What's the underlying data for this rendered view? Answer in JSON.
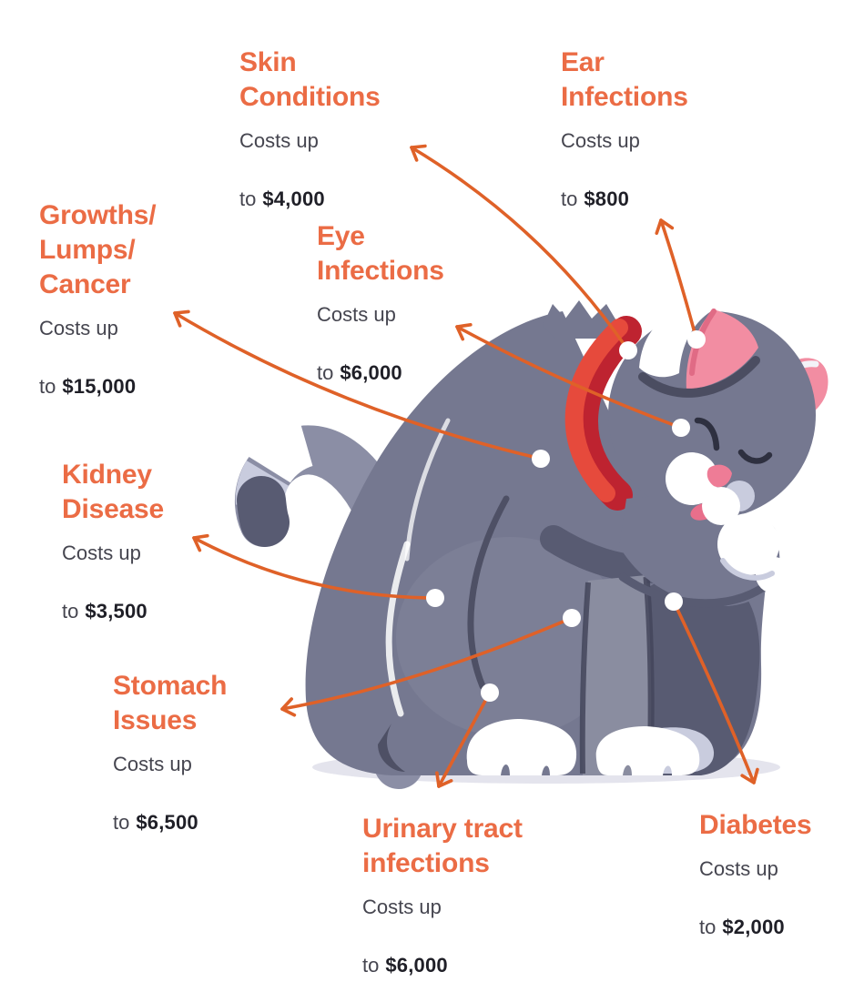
{
  "infographic": {
    "subject": "cat-health-conditions-costs",
    "illustration": "grooming-cat-with-red-collar"
  },
  "labels": {
    "costs_up": "Costs up",
    "to_prefix": "to"
  },
  "callouts": [
    {
      "id": "skin-conditions",
      "title": "Skin\nConditions",
      "amount": "$4,000"
    },
    {
      "id": "ear-infections",
      "title": "Ear\nInfections",
      "amount": "$800"
    },
    {
      "id": "growths-lumps-cancer",
      "title": "Growths/\nLumps/\nCancer",
      "amount": "$15,000"
    },
    {
      "id": "eye-infections",
      "title": "Eye\nInfections",
      "amount": "$6,000"
    },
    {
      "id": "kidney-disease",
      "title": "Kidney\nDisease",
      "amount": "$3,500"
    },
    {
      "id": "stomach-issues",
      "title": "Stomach\nIssues",
      "amount": "$6,500"
    },
    {
      "id": "urinary-tract-infections",
      "title": "Urinary tract\ninfections",
      "amount": "$6,000"
    },
    {
      "id": "diabetes",
      "title": "Diabetes",
      "amount": "$2,000"
    }
  ],
  "colors": {
    "background": "#FFFFFF",
    "heading_orange": "#EB6C45",
    "arrow_orange": "#DF6128",
    "cost_text": "#45454F",
    "amount_text": "#1F1F27",
    "cat_body": "#757890",
    "cat_tail_light": "#8B8EA5",
    "cat_dark_shade": "#585B72",
    "cat_outline_dark": "#43455A",
    "cat_white": "#FFFFFF",
    "cat_lavender": "#C9CCDE",
    "ground_shadow": "#E4E4ED",
    "collar_red_bright": "#E64A3C",
    "collar_red_dark": "#BE2330",
    "ear_pink": "#F28DA2",
    "nose_pink": "#EE7C96",
    "tongue_pink": "#E86F8B",
    "eye_stroke": "#2E3040",
    "marker_dot": "#FFFFFF"
  }
}
